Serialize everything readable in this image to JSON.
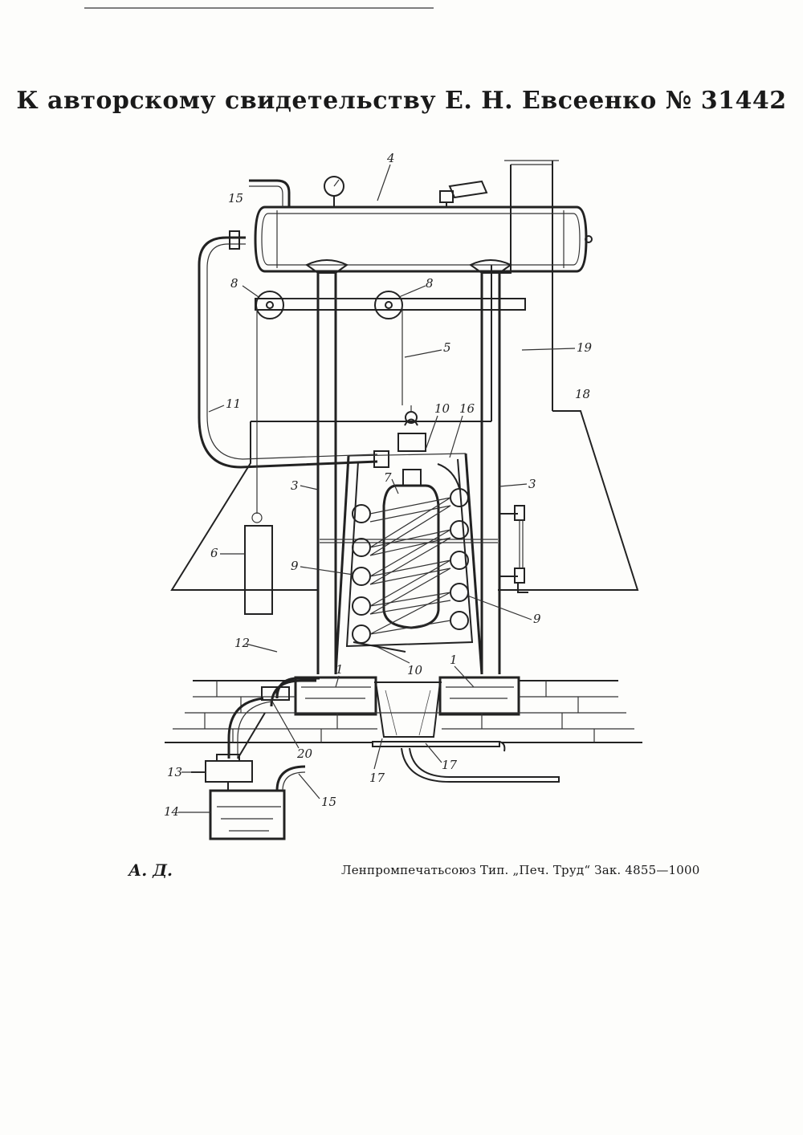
{
  "header": {
    "title": "К авторскому свидетельству Е. Н. Евсеенко № 31442"
  },
  "footer": {
    "signature": "А. Д.",
    "printer_line": "Ленпромпечатьсоюз Тип. „Печ. Труд“ Зак. 4855—1000"
  },
  "callouts": {
    "c1a": "1",
    "c1b": "1",
    "c3a": "3",
    "c3b": "3",
    "c4": "4",
    "c5": "5",
    "c6": "6",
    "c7": "7",
    "c8a": "8",
    "c8b": "8",
    "c9a": "9",
    "c9b": "9",
    "c10a": "10",
    "c10b": "10",
    "c11": "11",
    "c12": "12",
    "c13": "13",
    "c14": "14",
    "c15a": "15",
    "c15b": "15",
    "c16": "16",
    "c17a": "17",
    "c17b": "17",
    "c18": "18",
    "c19": "19",
    "c20": "20"
  }
}
